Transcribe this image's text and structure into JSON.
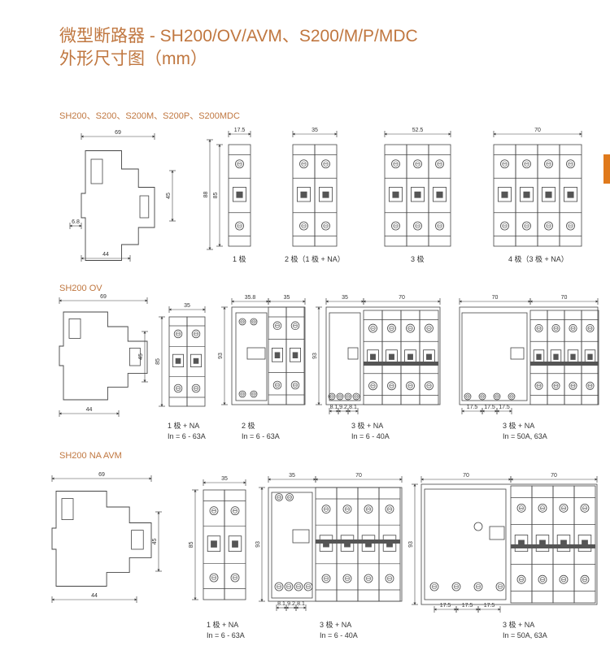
{
  "header": {
    "title_line1": "微型断路器 - SH200/OV/AVM、S200/M/P/MDC",
    "title_line2": "外形尺寸图（mm）"
  },
  "colors": {
    "accent": "#c07740",
    "tab": "#e07a1c",
    "line": "#444444"
  },
  "sections": {
    "s1": {
      "label": "SH200、S200、S200M、S200P、S200MDC",
      "side": {
        "width": "69",
        "height": "45",
        "offset": "6.8",
        "base": "44"
      },
      "poles": [
        {
          "width": "17.5",
          "h1": "88",
          "h2": "85",
          "caption": "1 极"
        },
        {
          "width": "35",
          "caption": "2 极（1 极 + NA）"
        },
        {
          "width": "52.5",
          "caption": "3 极"
        },
        {
          "width": "70",
          "caption": "4 极（3 极 + NA）"
        }
      ]
    },
    "s2": {
      "label": "SH200 OV",
      "side": {
        "width": "69",
        "height": "45",
        "base": "44"
      },
      "units": [
        {
          "dims": [
            "35"
          ],
          "height": "85",
          "caption1": "1 极 + NA",
          "caption2": "In = 6 - 63A"
        },
        {
          "dims": [
            "35.8",
            "35"
          ],
          "height": "93",
          "caption1": "2 极",
          "caption2": "In = 6 - 63A"
        },
        {
          "dims": [
            "35",
            "70"
          ],
          "height": "93",
          "bottom": [
            "8.1",
            "9.2",
            "8.1"
          ],
          "caption1": "3 极 + NA",
          "caption2": "In = 6 - 40A"
        },
        {
          "dims": [
            "70",
            "70"
          ],
          "bottom": [
            "17.5",
            "17.5",
            "17.5"
          ],
          "caption1": "3 极 + NA",
          "caption2": "In = 50A, 63A"
        }
      ]
    },
    "s3": {
      "label": "SH200 NA AVM",
      "side": {
        "width": "69",
        "height": "45",
        "base": "44"
      },
      "units": [
        {
          "dims": [
            "35"
          ],
          "height": "85",
          "caption1": "1 极 + NA",
          "caption2": "In = 6 - 63A"
        },
        {
          "dims": [
            "35",
            "70"
          ],
          "height": "93",
          "bottom": [
            "8.1",
            "9.2",
            "8.1"
          ],
          "caption1": "3 极 + NA",
          "caption2": "In = 6 - 40A"
        },
        {
          "dims": [
            "70",
            "70"
          ],
          "height": "93",
          "bottom": [
            "17.5",
            "17.5",
            "17.5"
          ],
          "caption1": "3 极 + NA",
          "caption2": "In = 50A, 63A"
        }
      ]
    }
  }
}
